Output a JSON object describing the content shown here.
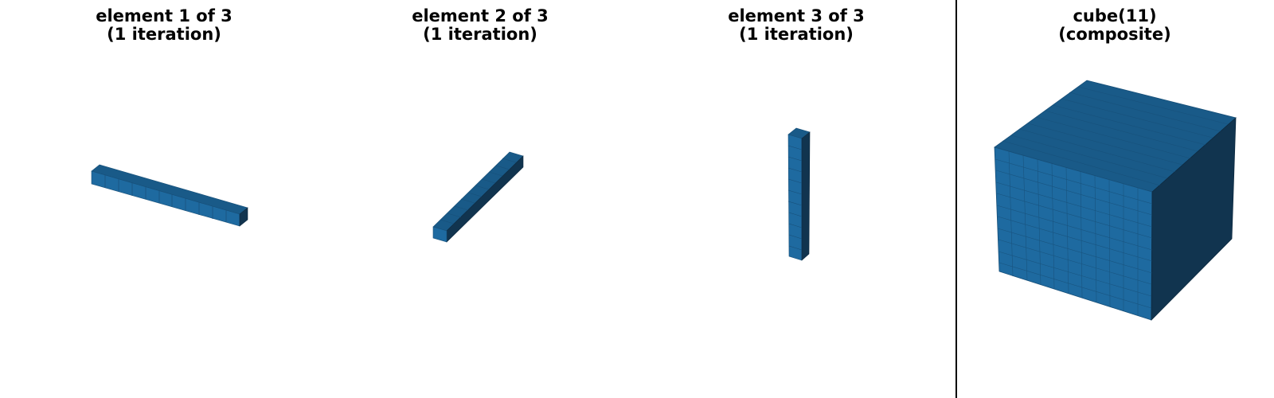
{
  "panels": [
    {
      "title_line1": "element 1 of 3",
      "title_line2": "(1 iteration)"
    },
    {
      "title_line1": "element 2 of 3",
      "title_line2": "(1 iteration)"
    },
    {
      "title_line1": "element 3 of 3",
      "title_line2": "(1 iteration)"
    },
    {
      "title_line1": "cube(11)",
      "title_line2": "(composite)"
    }
  ],
  "colors": {
    "face_light": "#1e6aa0",
    "face_mid": "#195a88",
    "face_dark": "#11344f",
    "edge": "#174f78",
    "divider": "#000000"
  }
}
